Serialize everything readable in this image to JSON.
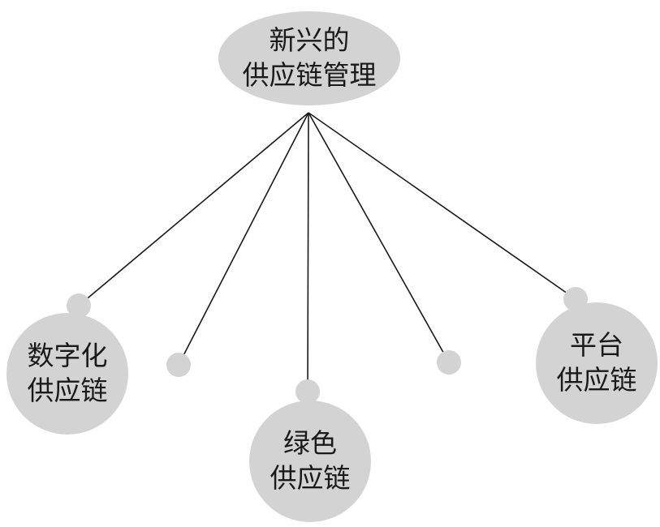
{
  "diagram": {
    "root": {
      "line1": "新兴的",
      "line2": "供应链管理"
    },
    "children": [
      {
        "id": "digital",
        "line1": "数字化",
        "line2": "供应链"
      },
      {
        "id": "green",
        "line1": "绿色",
        "line2": "供应链"
      },
      {
        "id": "platform",
        "line1": "平台",
        "line2": "供应链"
      }
    ],
    "colors": {
      "node_fill": "#d3d3d3",
      "edge": "#1a1a1a",
      "text": "#1a1a1a"
    }
  }
}
